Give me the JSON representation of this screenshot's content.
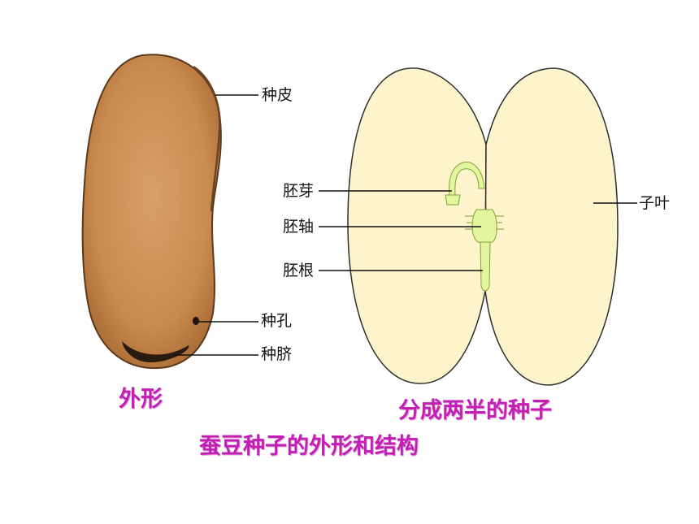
{
  "colors": {
    "seed_coat": "#c98a4e",
    "seed_edge": "#5a3a1c",
    "cotyledon": "#fdf4cc",
    "embryo": "#e4f5a0",
    "caption": "#c41fb4",
    "hilum": "#2a1b10"
  },
  "labels": {
    "seed_coat": "种皮",
    "micropyle": "种孔",
    "hilum": "种脐",
    "plumule": "胚芽",
    "hypocotyl": "胚轴",
    "radicle": "胚根",
    "cotyledon": "子叶"
  },
  "captions": {
    "exterior": "外形",
    "split_seed": "分成两半的种子",
    "title": "蚕豆种子的外形和结构"
  }
}
